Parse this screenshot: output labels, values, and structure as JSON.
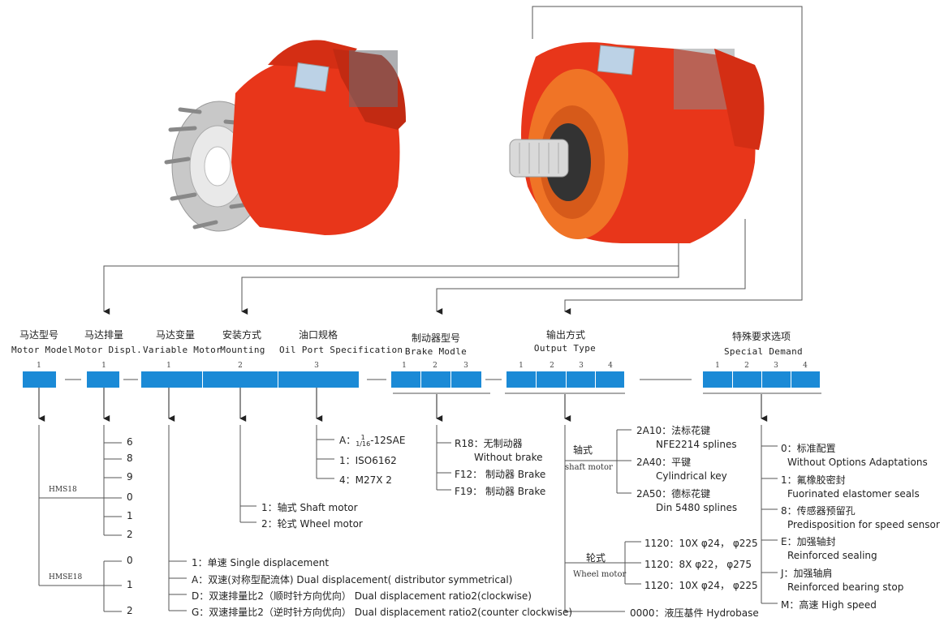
{
  "headers": [
    {
      "cn": "马达型号",
      "en": "Motor Model",
      "nums": [
        "1"
      ]
    },
    {
      "cn": "马达排量",
      "en": "Motor Displ.",
      "nums": [
        "1"
      ]
    },
    {
      "cn": "马达变量",
      "en": "Variable Motor",
      "nums": [
        "1"
      ]
    },
    {
      "cn": "安装方式",
      "en": "Mounting",
      "nums": [
        "2"
      ]
    },
    {
      "cn": "油口规格",
      "en": "Oil Port Specification",
      "nums": [
        "3"
      ]
    },
    {
      "cn": "制动器型号",
      "en": "Brake Modle",
      "nums": [
        "1",
        "2",
        "3"
      ]
    },
    {
      "cn": "输出方式",
      "en": "Output Type",
      "nums": [
        "1",
        "2",
        "3",
        "4"
      ]
    },
    {
      "cn": "特殊要求选项",
      "en": "Special Demand",
      "nums": [
        "1",
        "2",
        "3",
        "4"
      ]
    }
  ],
  "motor_model": {
    "hms18": "HMS18",
    "hmse18": "HMSE18"
  },
  "displ_hms": [
    "6",
    "8",
    "9",
    "0",
    "1",
    "2"
  ],
  "displ_hmse": [
    "0",
    "1",
    "2"
  ],
  "variable": [
    "1：单速  Single displacement",
    "A：双速(对称型配流体) Dual displacement( distributor symmetrical)",
    "D：双速排量比2（顺时针方向优向） Dual displacement ratio2(clockwise)",
    "G：双速排量比2（逆时针方向优向） Dual displacement ratio2(counter clockwise)"
  ],
  "mounting": [
    "1：轴式  Shaft motor",
    "2：轮式  Wheel motor"
  ],
  "oil_port": {
    "a_prefix": "A：",
    "a_frac_num": "1",
    "a_frac_den": "1/16",
    "a_suffix": "-12SAE",
    "one": "1：ISO6162",
    "four": "4：M27X 2"
  },
  "brake": [
    {
      "code": "R18：无制动器",
      "en": "Without brake"
    },
    {
      "code": "F12：  制动器  Brake",
      "en": ""
    },
    {
      "code": "F19：  制动器  Brake",
      "en": ""
    }
  ],
  "output": {
    "shaft_cn": "轴式",
    "shaft_en": "shaft motor",
    "shaft_items": [
      {
        "l1": "2A10：法标花键",
        "l2": "NFE2214 splines"
      },
      {
        "l1": "2A40：平键",
        "l2": "Cylindrical key"
      },
      {
        "l1": "2A50：德标花键",
        "l2": "Din 5480 splines"
      }
    ],
    "wheel_cn": "轮式",
    "wheel_en": "Wheel motor",
    "wheel_items": [
      "1120：10X φ24， φ225",
      "1120：8X φ22， φ275",
      "1120：10X φ24， φ225"
    ],
    "hydrobase": "0000：液压基件 Hydrobase"
  },
  "special": [
    {
      "l1": "0：标准配置",
      "l2": "Without Options Adaptations"
    },
    {
      "l1": "1：氟橡胶密封",
      "l2": "Fuorinated elastomer seals"
    },
    {
      "l1": "8：传感器预留孔",
      "l2": "Predisposition for speed sensor"
    },
    {
      "l1": "E：加强轴封",
      "l2": "Reinforced sealing"
    },
    {
      "l1": "J：加强轴肩",
      "l2": "Reinforced bearing stop"
    },
    {
      "l1": "M：高速  High speed",
      "l2": ""
    }
  ],
  "colors": {
    "box": "#1b8ad6",
    "motor": "#e8361a",
    "line": "#555555"
  }
}
